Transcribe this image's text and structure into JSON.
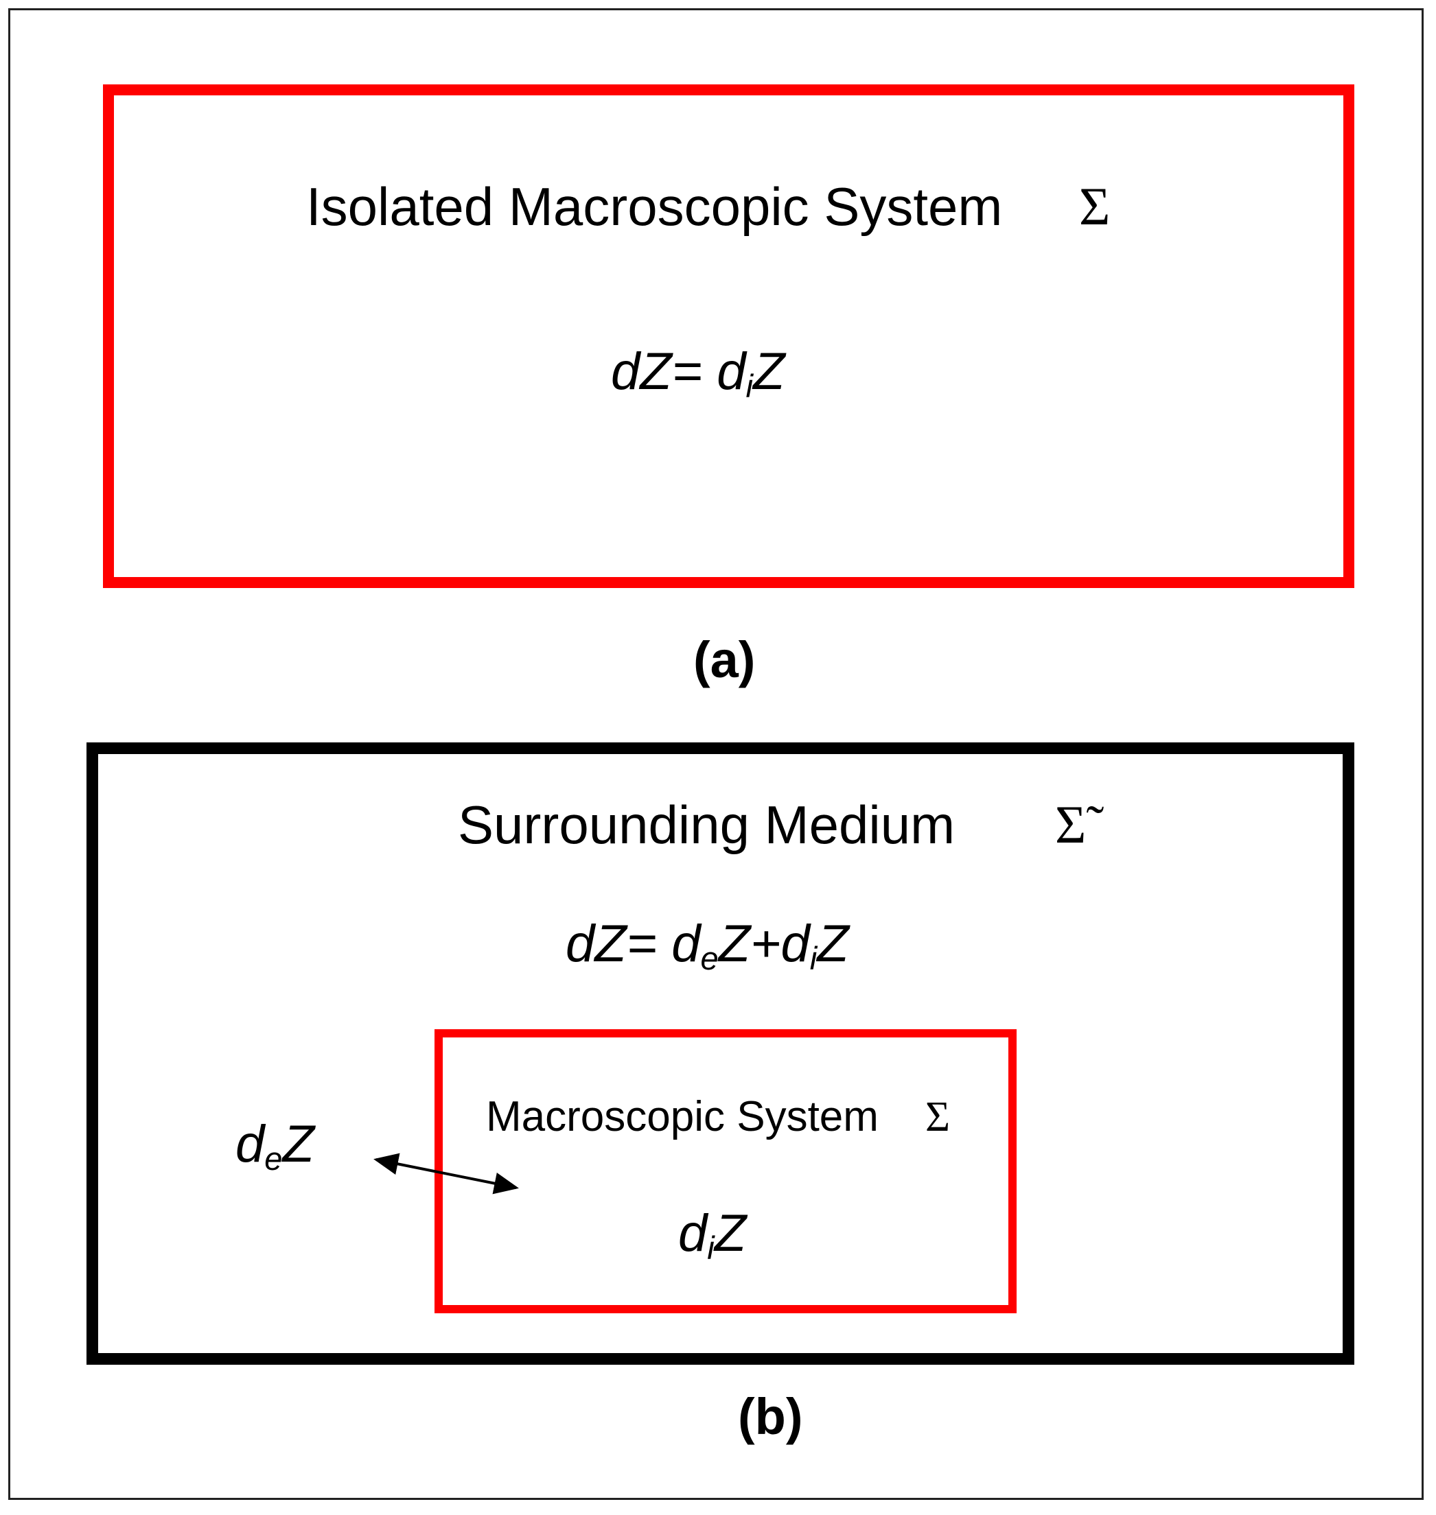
{
  "panel_a": {
    "title": "Isolated Macroscopic System",
    "symbol": "Σ",
    "equation": {
      "lhs": "dZ=",
      "rhs_d": "d",
      "rhs_sub": "i",
      "rhs_z": "Z"
    },
    "caption": "(a)",
    "border_color": "#ff0000"
  },
  "panel_b": {
    "title": "Surrounding Medium",
    "symbol": "Σ̃",
    "equation": {
      "lhs": "dZ=",
      "t1_d": "d",
      "t1_sub": "e",
      "t1_z": "Z+",
      "t2_d": "d",
      "t2_sub": "i",
      "t2_z": "Z"
    },
    "exchange": {
      "d": "d",
      "sub": "e",
      "z": "Z"
    },
    "inner": {
      "title": "Macroscopic System",
      "symbol": "Σ",
      "term": {
        "d": "d",
        "sub": "i",
        "z": "Z"
      },
      "border_color": "#ff0000"
    },
    "caption": "(b)",
    "border_color": "#000000"
  }
}
